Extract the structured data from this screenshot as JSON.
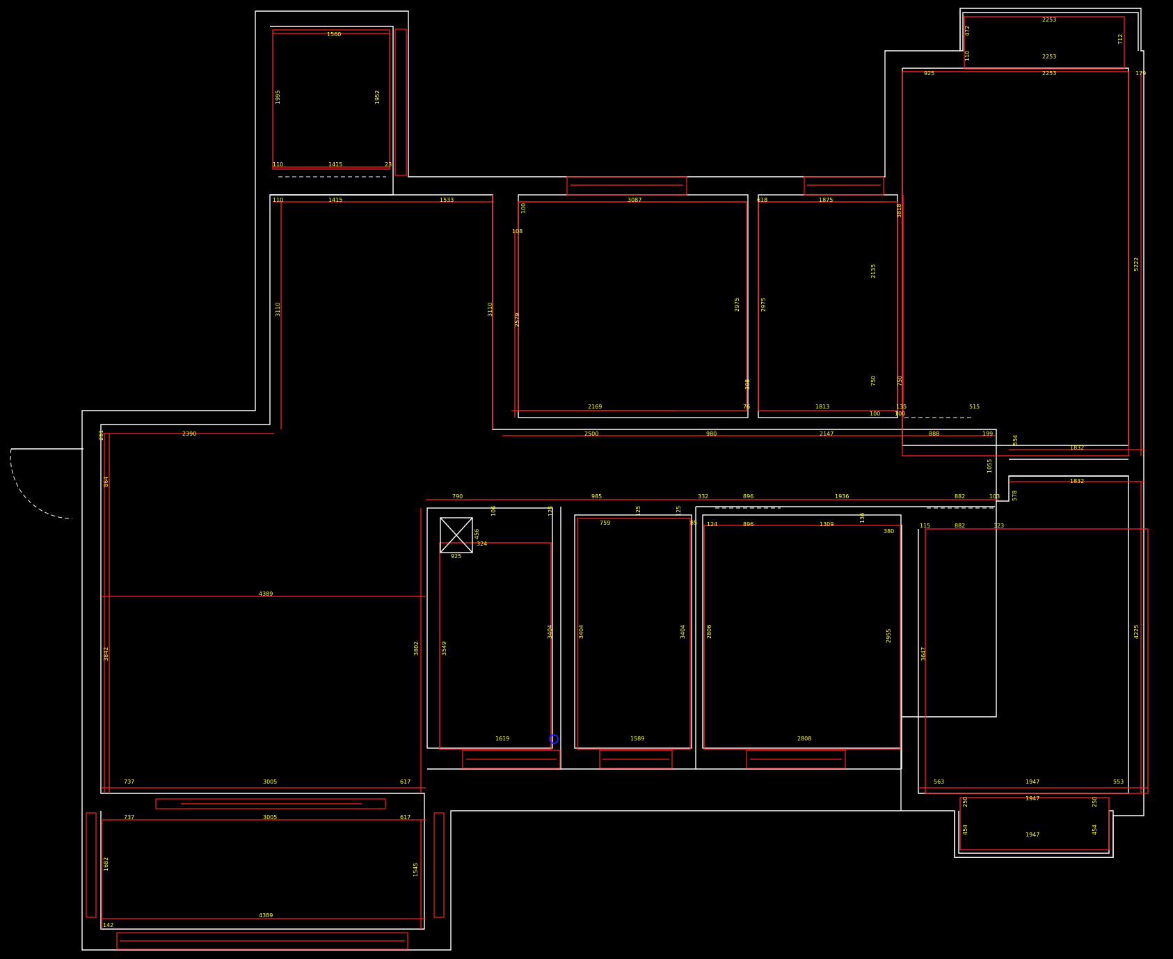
{
  "colors": {
    "background": "#000000",
    "wall": "#ffffff",
    "dimension_line": "#ff2020",
    "dimension_text": "#ffff40",
    "cursor": "#2020ff"
  },
  "dims": {
    "d1560": "1560",
    "d1995": "1995",
    "d1952": "1952",
    "d110a": "110",
    "d1415a": "1415",
    "d23": "23",
    "d110b": "110",
    "d1415b": "1415",
    "d1533": "1533",
    "d3110a": "3110",
    "d3110b": "3110",
    "d2390": "2390",
    "d251": "251",
    "d864": "864",
    "d3087": "3087",
    "d100a": "100",
    "d108": "108",
    "d2579": "2579",
    "d2975a": "2975",
    "d2169": "2169",
    "d308": "308",
    "d76": "76",
    "d618": "618",
    "d1875": "1875",
    "d2975b": "2975",
    "d2135": "2135",
    "d750a": "750",
    "d1813": "1813",
    "d100b": "100",
    "d3818": "3818",
    "d750b": "750",
    "d135": "135",
    "d100c": "100",
    "d2500": "2500",
    "d980": "980",
    "d2147": "2147",
    "d888": "888",
    "d199": "199",
    "d515": "515",
    "d2253a": "2253",
    "d2253b": "2253",
    "d2253c": "2253",
    "d472": "472",
    "d712": "712",
    "d110c": "110",
    "d925a": "925",
    "d179": "179",
    "d5222": "5222",
    "d554": "554",
    "d1832a": "1832",
    "d1832b": "1832",
    "d1055": "1055",
    "d578": "578",
    "d790": "790",
    "d985": "985",
    "d332": "332",
    "d896a": "896",
    "d1936": "1936",
    "d882a": "882",
    "d103": "103",
    "d324": "324",
    "d106": "106",
    "d456": "456",
    "d925b": "925",
    "d125a": "125",
    "d759": "759",
    "d125b": "125",
    "d125c": "125",
    "d85": "85",
    "d124": "124",
    "d896b": "896",
    "d1309": "1309",
    "d136": "136",
    "d380": "380",
    "d115": "115",
    "d882b": "882",
    "d323": "323",
    "d4389a": "4389",
    "d3842": "3842",
    "d3802": "3802",
    "d3549": "3549",
    "d3404a": "3404",
    "d3404b": "3404",
    "d3404c": "3404",
    "d2806": "2806",
    "d2955": "2955",
    "d3647": "3647",
    "d4225": "4225",
    "d1619": "1619",
    "d1589": "1589",
    "d2808": "2808",
    "d737a": "737",
    "d3005a": "3005",
    "d617a": "617",
    "d737b": "737",
    "d3005b": "3005",
    "d617b": "617",
    "d563": "563",
    "d1947a": "1947",
    "d553": "553",
    "d250a": "250",
    "d1947b": "1947",
    "d250b": "250",
    "d454a": "454",
    "d1947c": "1947",
    "d454b": "454",
    "d1682": "1682",
    "d1545": "1545",
    "d142": "142",
    "d4389b": "4389"
  }
}
